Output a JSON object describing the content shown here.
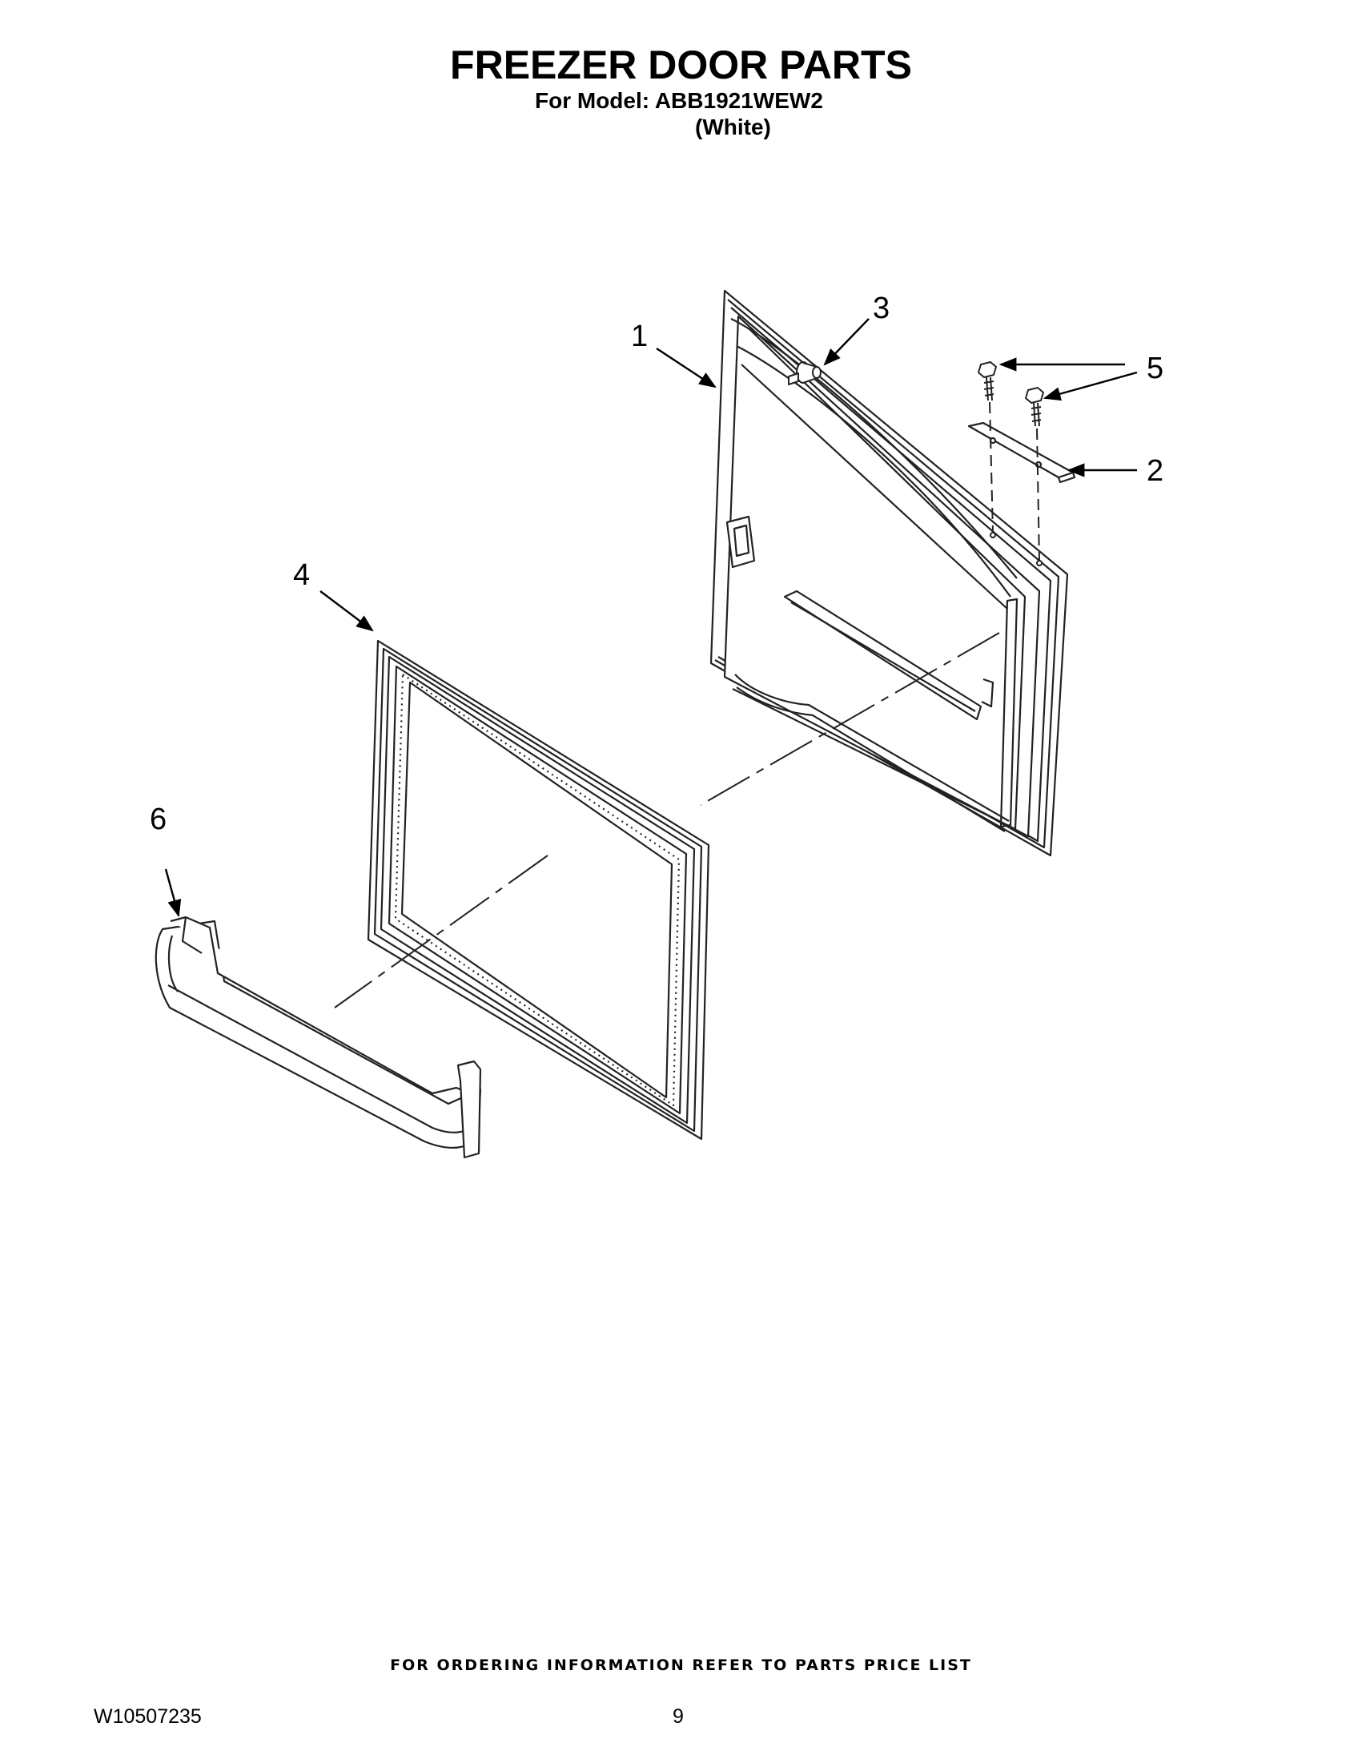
{
  "header": {
    "title": "FREEZER DOOR PARTS",
    "model_line": "For Model: ABB1921WEW2",
    "color_line": "(White)"
  },
  "callouts": {
    "door": "1",
    "hinge_cover": "2",
    "plug": "3",
    "gasket": "4",
    "screws": "5",
    "bin": "6"
  },
  "footer": {
    "ordering_note": "FOR ORDERING INFORMATION REFER TO PARTS PRICE LIST",
    "document_number": "W10507235",
    "page_number": "9"
  }
}
